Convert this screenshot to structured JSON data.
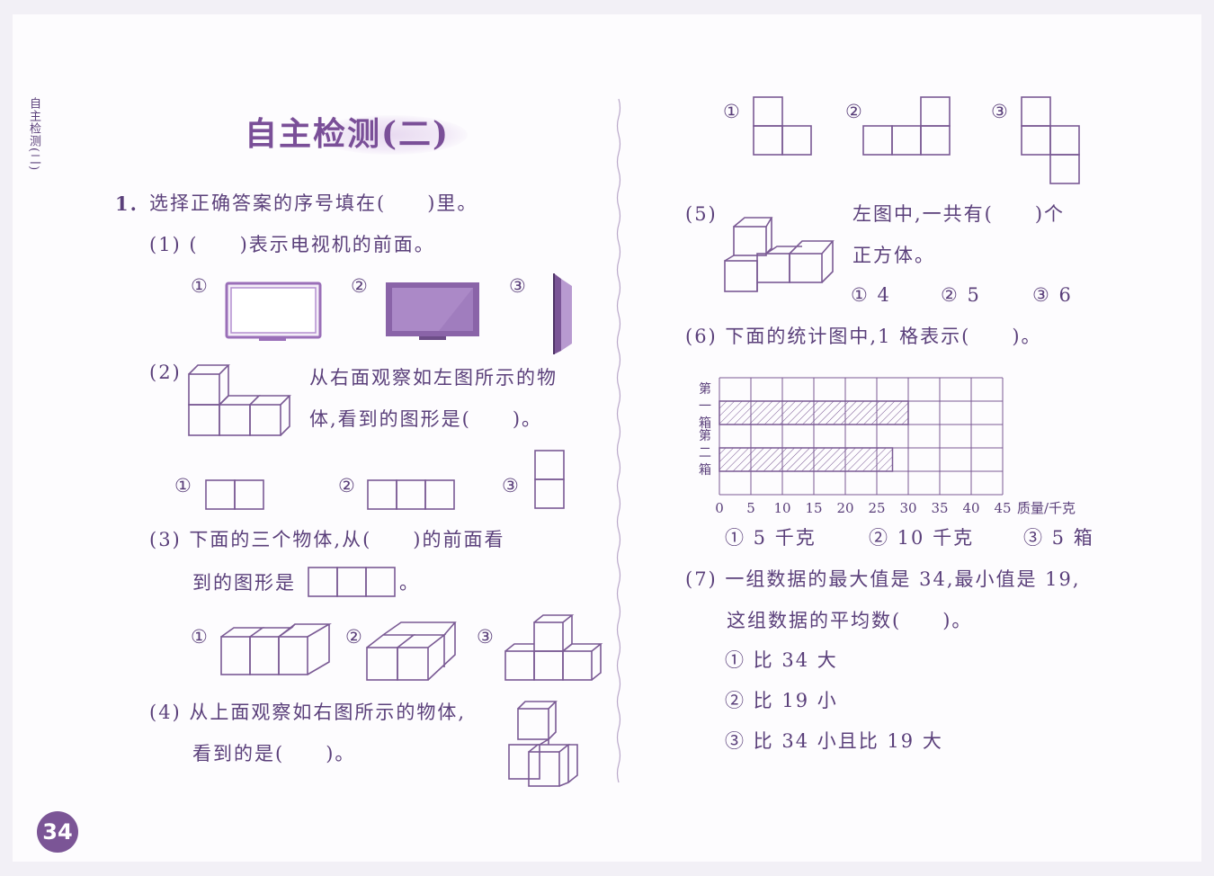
{
  "side_label": "自主检测(二)",
  "title": "自主检测(二)",
  "page_number": "34",
  "q1": {
    "num": "1.",
    "text": "选择正确答案的序号填在(　　)里。"
  },
  "p1": {
    "label": "(1) (　　)表示电视机的前面。",
    "o1": "①",
    "o2": "②",
    "o3": "③"
  },
  "p2": {
    "label": "(2)",
    "line1": "从右面观察如左图所示的物",
    "line2": "体,看到的图形是(　　)。",
    "o1": "①",
    "o2": "②",
    "o3": "③"
  },
  "p3": {
    "line1": "(3) 下面的三个物体,从(　　)的前面看",
    "line2a": "到的图形是",
    "line2b": "。",
    "o1": "①",
    "o2": "②",
    "o3": "③"
  },
  "p4": {
    "line1": "(4) 从上面观察如右图所示的物体,",
    "line2": "看到的是(　　)。"
  },
  "p4opts": {
    "o1": "①",
    "o2": "②",
    "o3": "③"
  },
  "p5": {
    "label": "(5)",
    "line1": "左图中,一共有(　　)个",
    "line2": "正方体。",
    "o1": "① 4",
    "o2": "② 5",
    "o3": "③ 6"
  },
  "p6": {
    "label": "(6) 下面的统计图中,1 格表示(　　)。",
    "o1": "① 5 千克",
    "o2": "② 10 千克",
    "o3": "③ 5 箱"
  },
  "p7": {
    "line1": "(7) 一组数据的最大值是 34,最小值是 19,",
    "line2": "这组数据的平均数(　　)。",
    "o1": "① 比 34 大",
    "o2": "② 比 19 小",
    "o3": "③ 比 34 小且比 19 大"
  },
  "chart_data": {
    "type": "bar",
    "orientation": "horizontal",
    "categories": [
      "第一箱",
      "第二箱"
    ],
    "values": [
      30,
      27.5
    ],
    "x_ticks": [
      "0",
      "5",
      "10",
      "15",
      "20",
      "25",
      "30",
      "35",
      "40",
      "45"
    ],
    "xlabel": "质量/千克",
    "xlim": [
      0,
      45
    ],
    "grid": true,
    "bar_fill": "hatched"
  }
}
